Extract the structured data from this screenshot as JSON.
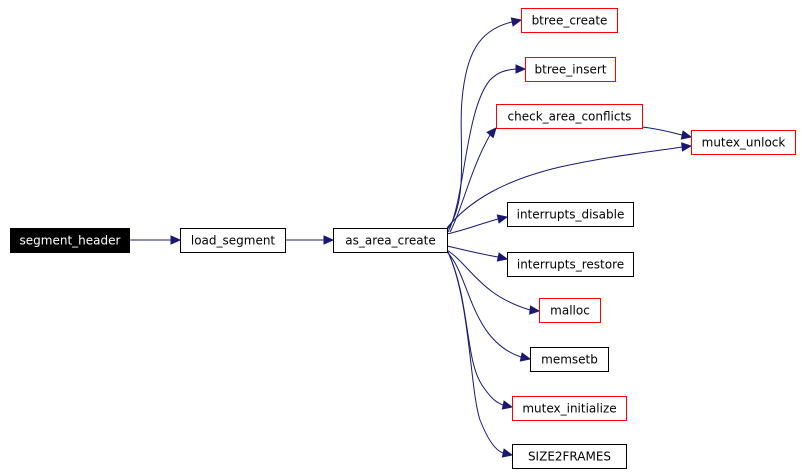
{
  "graph": {
    "nodes": {
      "segment_header": {
        "label": "segment_header",
        "style": "root"
      },
      "load_segment": {
        "label": "load_segment",
        "style": "normal"
      },
      "as_area_create": {
        "label": "as_area_create",
        "style": "normal"
      },
      "btree_create": {
        "label": "btree_create",
        "style": "truncated"
      },
      "btree_insert": {
        "label": "btree_insert",
        "style": "truncated"
      },
      "check_area_conflicts": {
        "label": "check_area_conflicts",
        "style": "truncated"
      },
      "mutex_unlock": {
        "label": "mutex_unlock",
        "style": "truncated"
      },
      "interrupts_disable": {
        "label": "interrupts_disable",
        "style": "normal"
      },
      "interrupts_restore": {
        "label": "interrupts_restore",
        "style": "normal"
      },
      "malloc": {
        "label": "malloc",
        "style": "truncated"
      },
      "memsetb": {
        "label": "memsetb",
        "style": "normal"
      },
      "mutex_initialize": {
        "label": "mutex_initialize",
        "style": "truncated"
      },
      "SIZE2FRAMES": {
        "label": "SIZE2FRAMES",
        "style": "normal"
      }
    },
    "edges": [
      [
        "segment_header",
        "load_segment"
      ],
      [
        "load_segment",
        "as_area_create"
      ],
      [
        "as_area_create",
        "btree_create"
      ],
      [
        "as_area_create",
        "btree_insert"
      ],
      [
        "as_area_create",
        "check_area_conflicts"
      ],
      [
        "as_area_create",
        "mutex_unlock"
      ],
      [
        "check_area_conflicts",
        "mutex_unlock"
      ],
      [
        "as_area_create",
        "interrupts_disable"
      ],
      [
        "as_area_create",
        "interrupts_restore"
      ],
      [
        "as_area_create",
        "malloc"
      ],
      [
        "as_area_create",
        "memsetb"
      ],
      [
        "as_area_create",
        "mutex_initialize"
      ],
      [
        "as_area_create",
        "SIZE2FRAMES"
      ]
    ],
    "colors": {
      "edge": "#191970",
      "truncated_border": "#ff0000",
      "normal_border": "#000000",
      "root_fill": "#000000",
      "root_text": "#ffffff",
      "node_fill": "#ffffff",
      "node_text": "#000000"
    }
  }
}
